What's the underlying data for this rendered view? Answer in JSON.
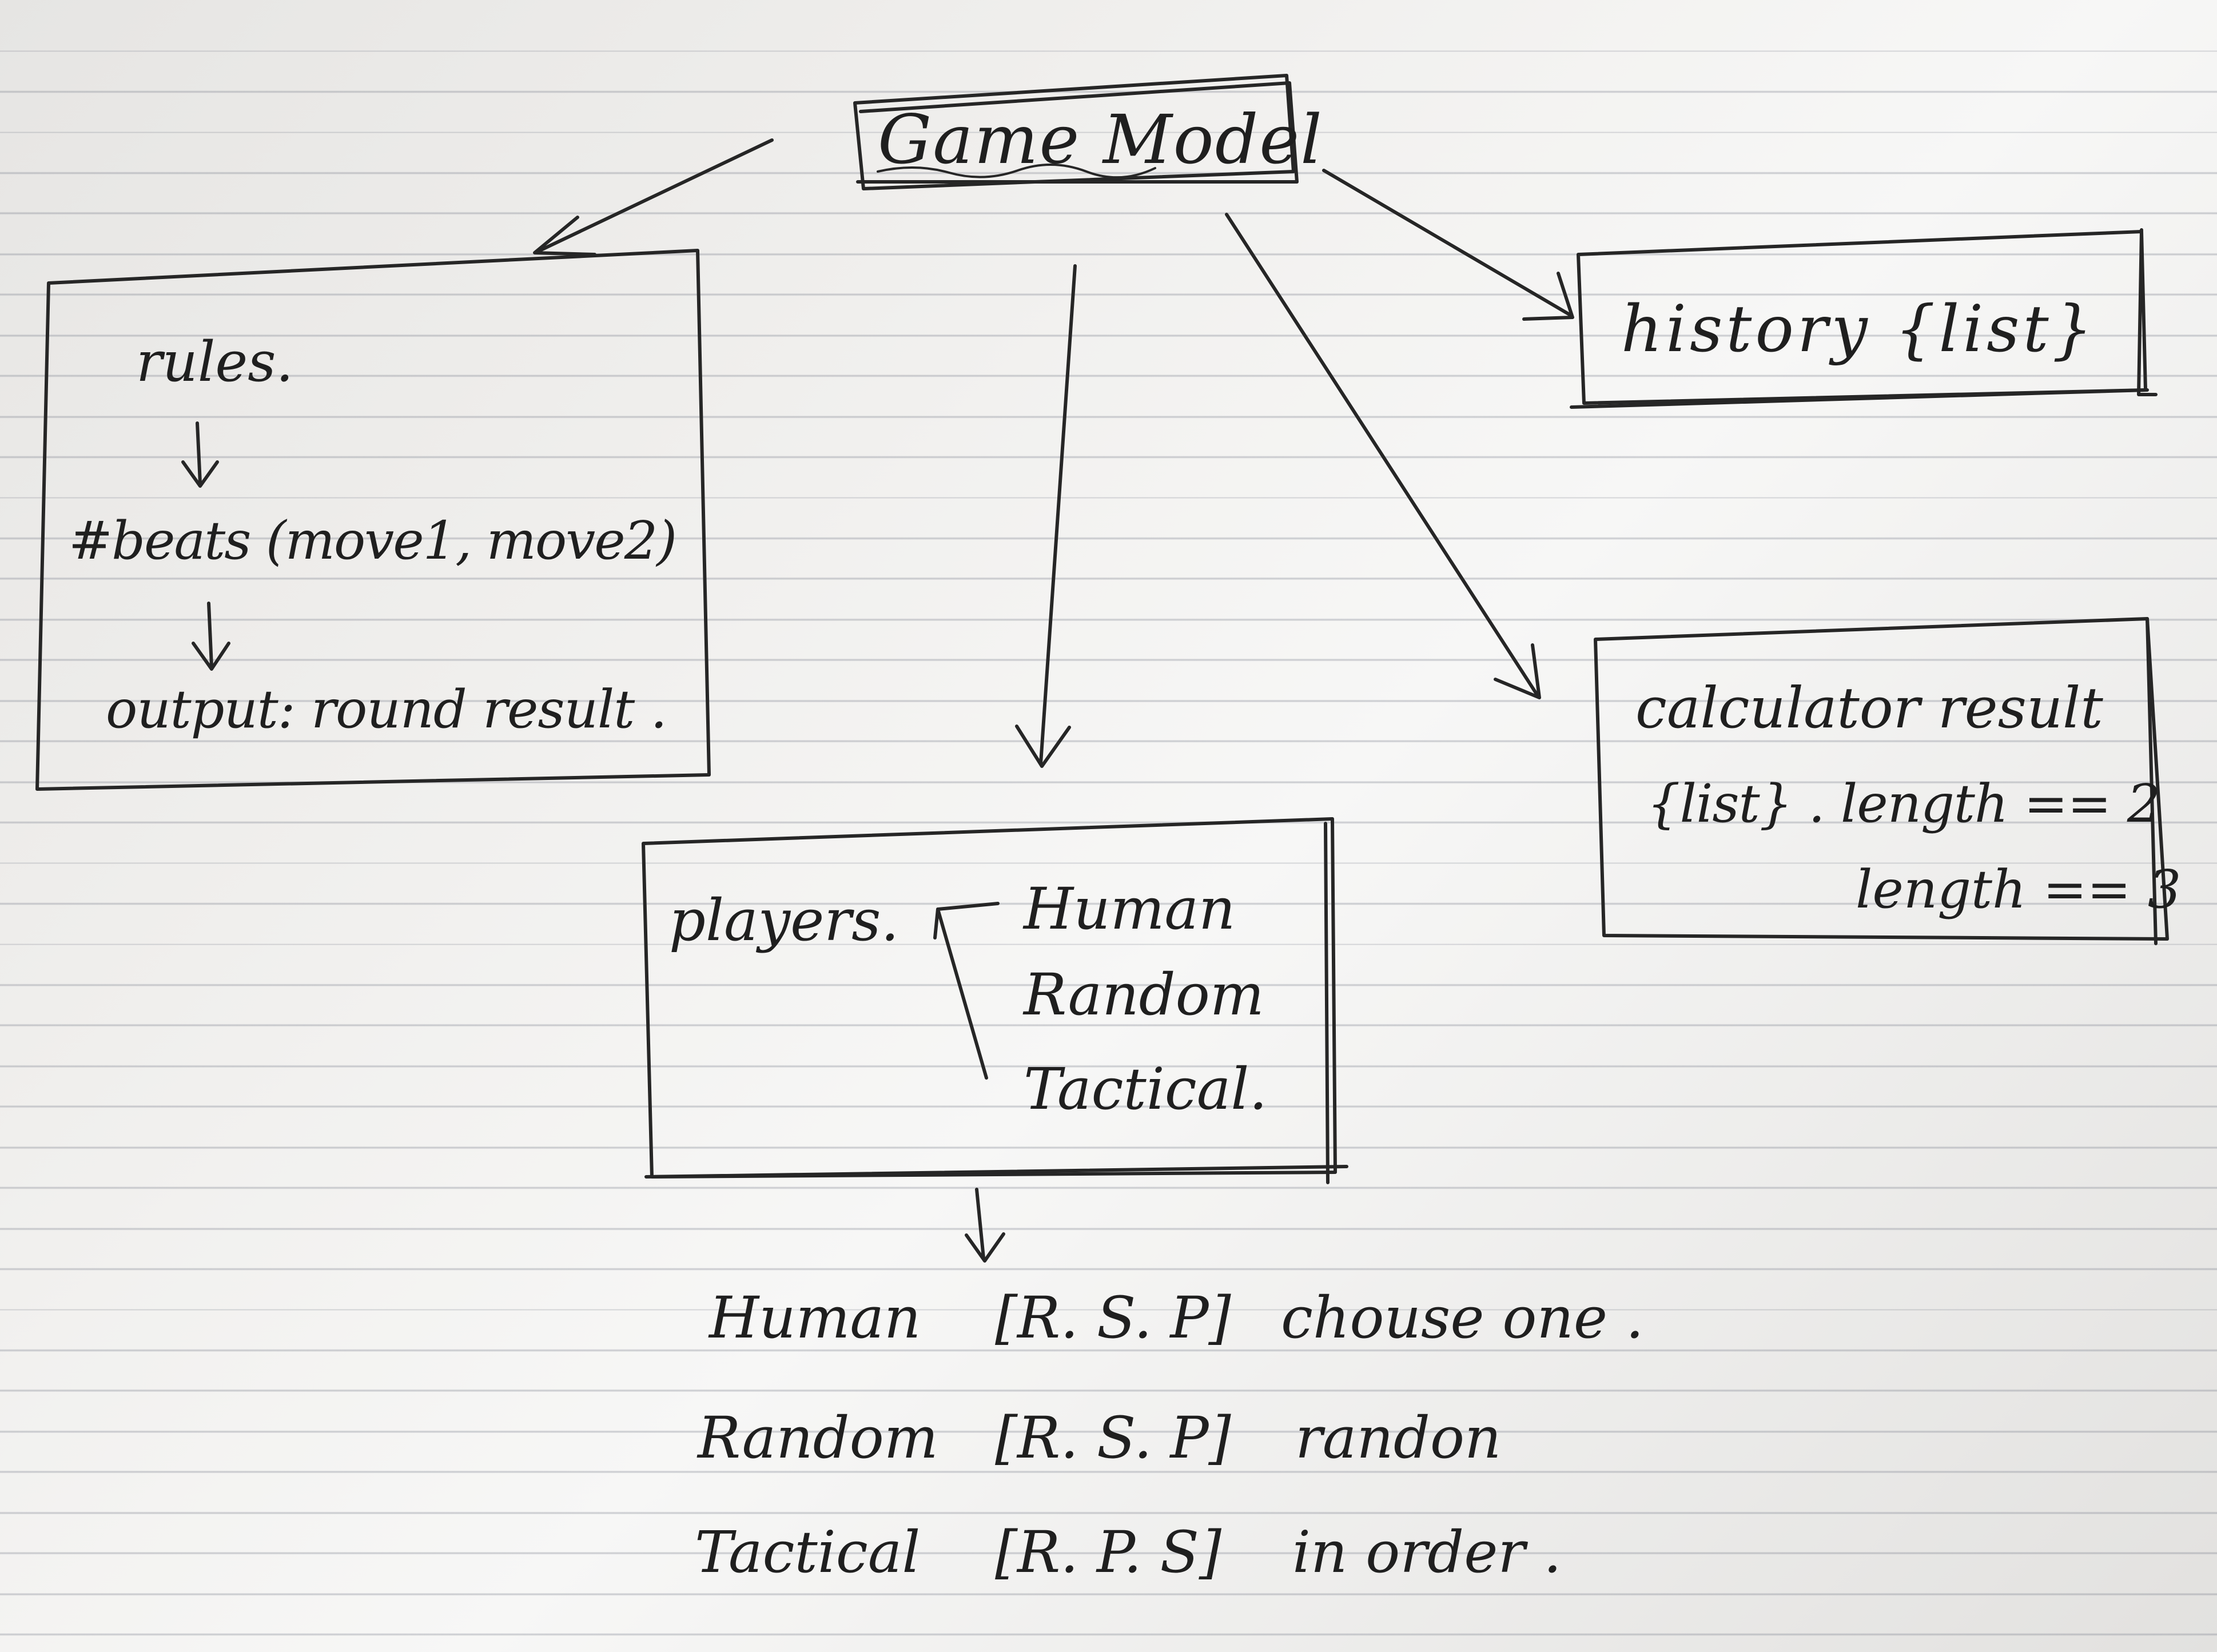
{
  "diagram": {
    "title_node": {
      "label": "Game Model"
    },
    "rules_box": {
      "lines": [
        "rules.",
        "↓",
        "#beats (move1, move2)",
        "↓",
        "output: round result ."
      ]
    },
    "history_box": {
      "label": "history {list}"
    },
    "calculator_box": {
      "lines": [
        "calculator result",
        "{list} . length == 2",
        "length == 3"
      ]
    },
    "players_box": {
      "label": "players.",
      "types": [
        "Human",
        "Random",
        "Tactical."
      ]
    },
    "player_moves": [
      {
        "player": "Human",
        "moves": "[R. S. P]",
        "note": "chouse one ."
      },
      {
        "player": "Random",
        "moves": "[R. S. P]",
        "note": "randon"
      },
      {
        "player": "Tactical",
        "moves": "[R. P. S]",
        "note": "in order ."
      }
    ]
  }
}
